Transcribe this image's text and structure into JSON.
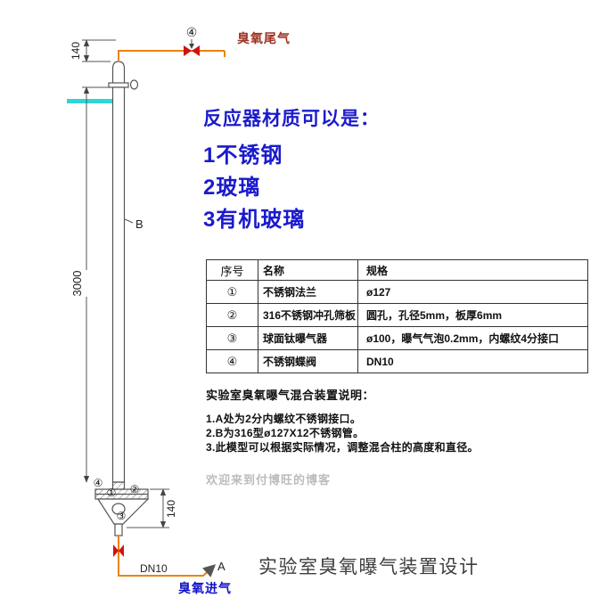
{
  "title": "实验室臭氧曝气装置设计",
  "watermark": "欢迎来到付博旺的博客",
  "labels": {
    "tail_gas": "臭氧尾气",
    "inlet": "臭氧进气",
    "dn10": "DN10",
    "point_a": "A",
    "point_b": "B",
    "dim_top": "140",
    "dim_main": "3000",
    "dim_bottom": "140",
    "callout_1": "①",
    "callout_2": "②",
    "callout_3": "③",
    "callout_4": "④"
  },
  "materials": {
    "heading": "反应器材质可以是：",
    "options": [
      "1不锈钢",
      "2玻璃",
      "3有机玻璃"
    ]
  },
  "spec_table": {
    "headers": [
      "序号",
      "名称",
      "规格"
    ],
    "rows": [
      {
        "no": "①",
        "name": "不锈钢法兰",
        "spec": "ø127"
      },
      {
        "no": "②",
        "name": "316不锈钢冲孔筛板",
        "spec": "圆孔，孔径5mm，板厚6mm"
      },
      {
        "no": "③",
        "name": "球面钛曝气器",
        "spec": "ø100，曝气气泡0.2mm，内螺纹4分接口"
      },
      {
        "no": "④",
        "name": "不锈钢蝶阀",
        "spec": "DN10"
      }
    ]
  },
  "notes": {
    "title": "实验室臭氧曝气混合装置说明：",
    "items": [
      "1.A处为2分内螺纹不锈钢接口。",
      "2.B为316型ø127X12不锈钢管。",
      "3.此模型可以根据实际情况，调整混合柱的高度和直径。"
    ]
  },
  "colors": {
    "pipe_orange": "#e8830d",
    "valve_red": "#cf1410",
    "water_cyan": "#2fd6d6",
    "materials_blue": "#1a1acd",
    "inlet_blue": "#1111c8",
    "tail_gas_red": "#9c3222"
  }
}
